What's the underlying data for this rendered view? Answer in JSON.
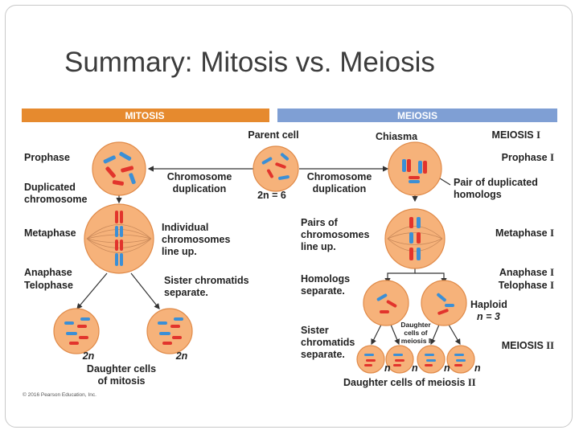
{
  "slide": {
    "title": "Summary: Mitosis vs. Meiosis"
  },
  "colors": {
    "mitosis_bar": "#e68a2e",
    "meiosis_bar": "#7f9fd4",
    "cell_fill": "#f6b27a",
    "cell_edge": "#e08a48",
    "chrom_red": "#e2342c",
    "chrom_blue": "#3b8fd6"
  },
  "figure": {
    "mitosis_header": "MITOSIS",
    "meiosis_header": "MEIOSIS",
    "parent_cell": "Parent cell",
    "chiasma": "Chiasma",
    "meiosis_one_label": "MEIOSIS",
    "meiosis_one_numeral": "I",
    "prophase": "Prophase",
    "duplicated_chromosome": [
      "Duplicated",
      "chromosome"
    ],
    "chromosome_duplication_left": [
      "Chromosome",
      "duplication"
    ],
    "chromosome_duplication_right": [
      "Chromosome",
      "duplication"
    ],
    "parent_ploidy": "2n = 6",
    "prophase_one": "Prophase",
    "prophase_one_numeral": "I",
    "pair_of_homologs": [
      "Pair of duplicated",
      "homologs"
    ],
    "metaphase": "Metaphase",
    "individual_line_up": [
      "Individual",
      "chromosomes",
      "line up."
    ],
    "pairs_line_up": [
      "Pairs of",
      "chromosomes",
      "line up."
    ],
    "metaphase_one": "Metaphase",
    "metaphase_one_numeral": "I",
    "anaphase": "Anaphase",
    "telophase": "Telophase",
    "sister_separate": [
      "Sister chromatids",
      "separate."
    ],
    "homologs_separate": [
      "Homologs",
      "separate."
    ],
    "anaphase_one": "Anaphase",
    "anaphase_one_numeral": "I",
    "telophase_one": "Telophase",
    "telophase_one_numeral": "I",
    "haploid": "Haploid",
    "haploid_n": "n = 3",
    "daughter_meiosis_one": [
      "Daughter",
      "cells of",
      "meiosis I"
    ],
    "sister_chromatids_separate": [
      "Sister",
      "chromatids",
      "separate."
    ],
    "meiosis_two_label": "MEIOSIS",
    "meiosis_two_numeral": "II",
    "two_n_left": "2n",
    "two_n_right": "2n",
    "daughter_mitosis": [
      "Daughter cells",
      "of mitosis"
    ],
    "n_labels": [
      "n",
      "n",
      "n",
      "n"
    ],
    "daughter_meiosis_two": "Daughter cells of meiosis",
    "daughter_meiosis_two_numeral": "II",
    "copyright": "© 2016 Pearson Education, Inc."
  }
}
